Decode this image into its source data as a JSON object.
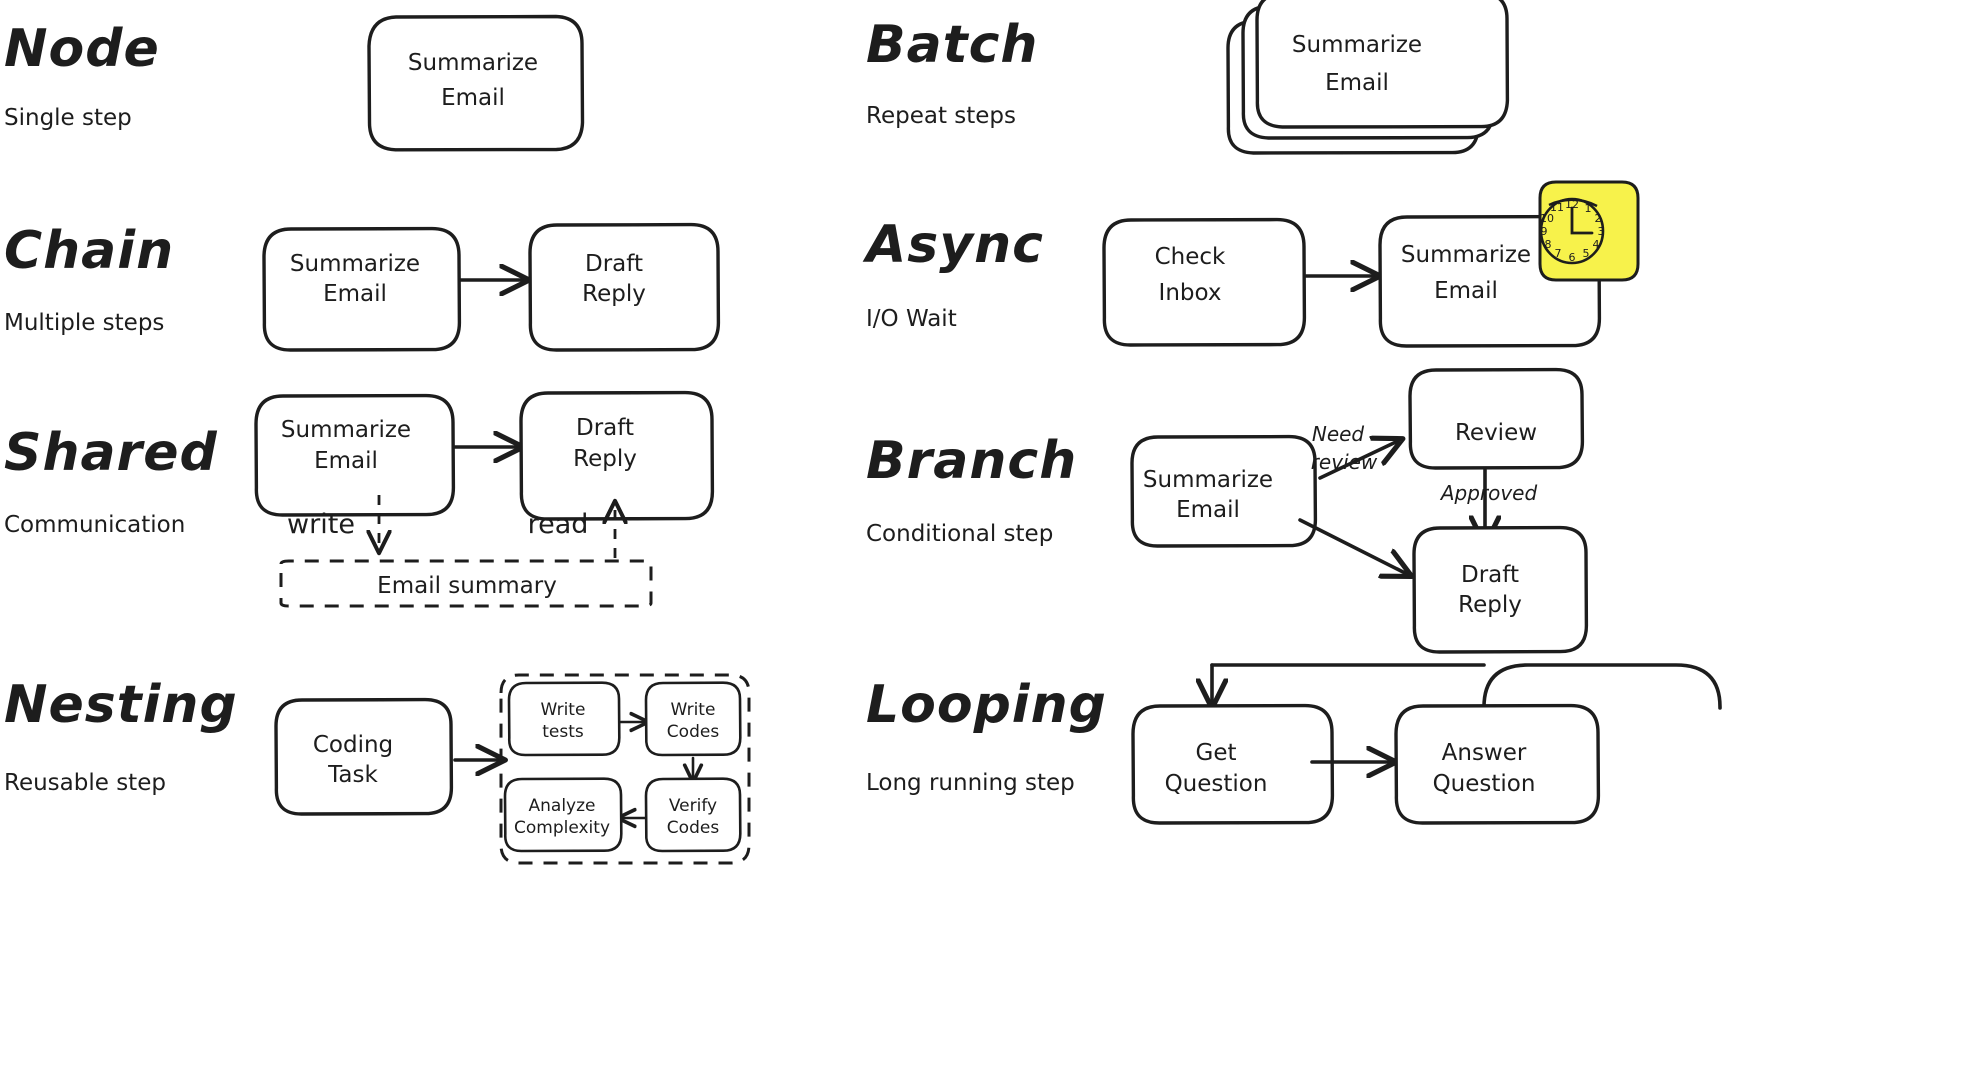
{
  "page": {
    "background": "#ffffff",
    "ink": "#1d1d1d",
    "accent_yellow": "#F7F24B"
  },
  "sections": [
    {
      "key": "node",
      "title": "Node",
      "subtitle": "Single step",
      "nodes": [
        {
          "id": "n1",
          "label_line1": "Summarize",
          "label_line2": "Email"
        }
      ]
    },
    {
      "key": "batch",
      "title": "Batch",
      "subtitle": "Repeat steps",
      "nodes": [
        {
          "id": "b1",
          "label_line1": "Summarize",
          "label_line2": "Email"
        }
      ],
      "stack_count": 3
    },
    {
      "key": "chain",
      "title": "Chain",
      "subtitle": "Multiple steps",
      "nodes": [
        {
          "id": "c1",
          "label_line1": "Summarize",
          "label_line2": "Email"
        },
        {
          "id": "c2",
          "label_line1": "Draft",
          "label_line2": "Reply"
        }
      ],
      "edges": [
        {
          "from": "c1",
          "to": "c2",
          "label": ""
        }
      ]
    },
    {
      "key": "async",
      "title": "Async",
      "subtitle": "I/O Wait",
      "nodes": [
        {
          "id": "a1",
          "label_line1": "Check",
          "label_line2": "Inbox"
        },
        {
          "id": "a2",
          "label_line1": "Summarize",
          "label_line2": "Email"
        }
      ],
      "edges": [
        {
          "from": "a1",
          "to": "a2",
          "label": ""
        }
      ],
      "icon": {
        "name": "clock-icon",
        "time": "3:00",
        "numerals": [
          "12",
          "1",
          "2",
          "3",
          "4",
          "5",
          "6",
          "7",
          "8",
          "9",
          "10",
          "11"
        ]
      }
    },
    {
      "key": "shared",
      "title": "Shared",
      "subtitle": "Communication",
      "nodes": [
        {
          "id": "s1",
          "label_line1": "Summarize",
          "label_line2": "Email"
        },
        {
          "id": "s2",
          "label_line1": "Draft",
          "label_line2": "Reply"
        }
      ],
      "store": {
        "id": "store",
        "label": "Email summary",
        "style": "dashed"
      },
      "edges": [
        {
          "from": "s1",
          "to": "s2",
          "label": ""
        },
        {
          "from": "s1",
          "to": "store",
          "label": "write",
          "style": "dashed"
        },
        {
          "from": "store",
          "to": "s2",
          "label": "read",
          "style": "dashed"
        }
      ]
    },
    {
      "key": "branch",
      "title": "Branch",
      "subtitle": "Conditional step",
      "nodes": [
        {
          "id": "br1",
          "label_line1": "Summarize",
          "label_line2": "Email"
        },
        {
          "id": "br2",
          "label_line1": "Review",
          "label_line2": ""
        },
        {
          "id": "br3",
          "label_line1": "Draft",
          "label_line2": "Reply"
        }
      ],
      "edges": [
        {
          "from": "br1",
          "to": "br2",
          "label_line1": "Need",
          "label_line2": "review"
        },
        {
          "from": "br2",
          "to": "br3",
          "label_line1": "Approved",
          "label_line2": ""
        },
        {
          "from": "br1",
          "to": "br3",
          "label_line1": "",
          "label_line2": ""
        }
      ]
    },
    {
      "key": "nesting",
      "title": "Nesting",
      "subtitle": "Reusable step",
      "nodes": [
        {
          "id": "ns0",
          "label_line1": "Coding",
          "label_line2": "Task"
        }
      ],
      "subgraph": {
        "style": "dashed",
        "nodes": [
          {
            "id": "ns1",
            "label_line1": "Write",
            "label_line2": "tests"
          },
          {
            "id": "ns2",
            "label_line1": "Write",
            "label_line2": "Codes"
          },
          {
            "id": "ns3",
            "label_line1": "Verify",
            "label_line2": "Codes"
          },
          {
            "id": "ns4",
            "label_line1": "Analyze",
            "label_line2": "Complexity"
          }
        ],
        "edges": [
          {
            "from": "ns1",
            "to": "ns2"
          },
          {
            "from": "ns2",
            "to": "ns3"
          },
          {
            "from": "ns3",
            "to": "ns4"
          }
        ]
      },
      "edges": [
        {
          "from": "ns0",
          "to": "subgraph",
          "label": ""
        }
      ]
    },
    {
      "key": "looping",
      "title": "Looping",
      "subtitle": "Long running step",
      "nodes": [
        {
          "id": "lp1",
          "label_line1": "Get",
          "label_line2": "Question"
        },
        {
          "id": "lp2",
          "label_line1": "Answer",
          "label_line2": "Question"
        }
      ],
      "edges": [
        {
          "from": "lp1",
          "to": "lp2",
          "label": ""
        },
        {
          "from": "lp2",
          "to": "lp1",
          "label": "",
          "style": "loop-back"
        }
      ]
    }
  ]
}
